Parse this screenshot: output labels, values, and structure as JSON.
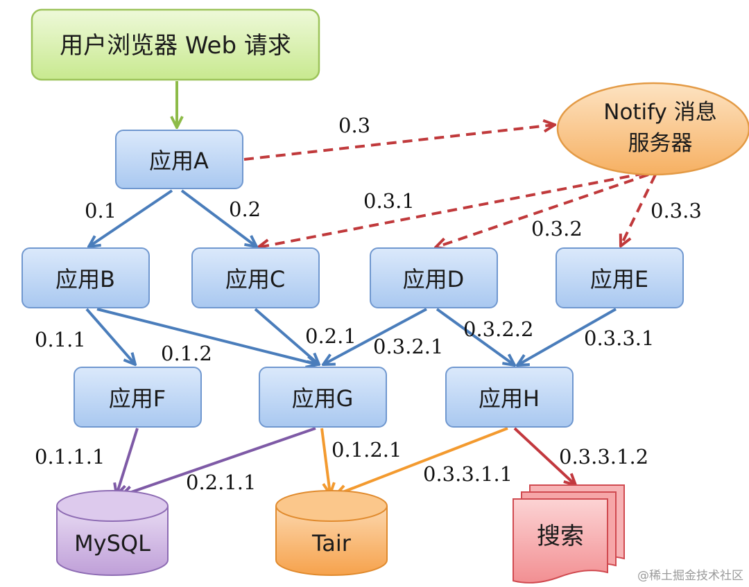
{
  "nodes": {
    "request": "用户浏览器 Web 请求",
    "notify_line1": "Notify 消息",
    "notify_line2": "服务器",
    "app_a": "应用A",
    "app_b": "应用B",
    "app_c": "应用C",
    "app_d": "应用D",
    "app_e": "应用E",
    "app_f": "应用F",
    "app_g": "应用G",
    "app_h": "应用H",
    "mysql": "MySQL",
    "tair": "Tair",
    "search": "搜索"
  },
  "edges": {
    "a_notify": "0.3",
    "a_b": "0.1",
    "a_c": "0.2",
    "notify_c": "0.3.1",
    "notify_d": "0.3.2",
    "notify_e": "0.3.3",
    "b_f": "0.1.1",
    "b_g": "0.1.2",
    "c_g": "0.2.1",
    "d_g": "0.3.2.1",
    "d_h": "0.3.2.2",
    "e_h": "0.3.3.1",
    "f_mysql": "0.1.1.1",
    "g_mysql": "0.2.1.1",
    "g_tair": "0.1.2.1",
    "h_tair": "0.3.3.1.1",
    "h_search": "0.3.3.1.2"
  },
  "watermark": "@稀土掘金技术社区",
  "colors": {
    "request_fill": "#d5f0a6",
    "request_stroke": "#9cc35a",
    "app_fill": "#b9d3f3",
    "app_stroke": "#6f97cf",
    "notify_fill": "#f8bf7c",
    "notify_stroke": "#e39a45",
    "blue_arrow": "#4a7dbb",
    "red_dashed": "#c0393b",
    "green_arrow": "#8dbb48",
    "purple_arrow": "#7e5aa6",
    "orange_arrow": "#f39a2f",
    "red_arrow": "#c2383e",
    "mysql_fill": "#c7a7dd",
    "tair_fill": "#f9b265",
    "search_fill": "#f7a0a2"
  }
}
